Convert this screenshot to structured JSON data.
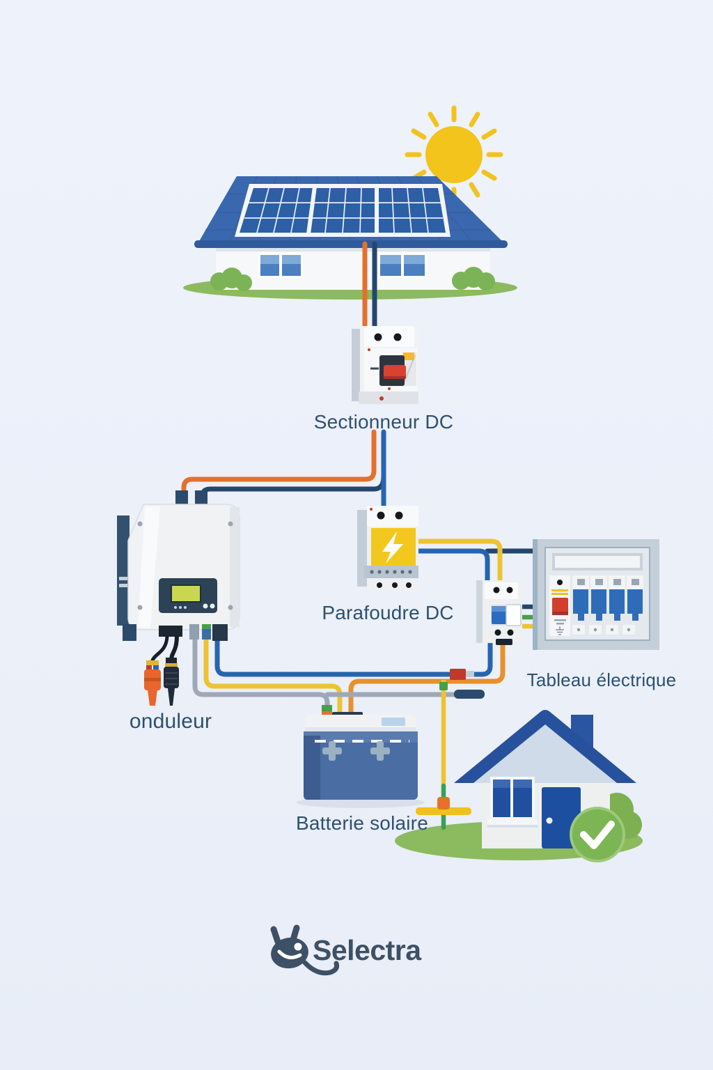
{
  "diagram": {
    "labels": {
      "sectionneur": "Sectionneur DC",
      "parafoudre": "Parafoudre DC",
      "onduleur": "onduleur",
      "tableau": "Tableau électrique",
      "batterie": "Batterie solaire"
    },
    "brand": {
      "name": "Selectra"
    },
    "icons": {
      "sun": "sun-icon",
      "lightning": "lightning-bolt-icon",
      "check": "check-icon",
      "ground": "ground-electrode-icon",
      "mascot": "plug-smiley-icon"
    },
    "colors": {
      "background": "#edf1f9",
      "label_text": "#2d5070",
      "brand_text": "#3e5065",
      "wire_orange": "#e4702d",
      "wire_navy": "#24466e",
      "wire_blue": "#2764b0",
      "wire_yellow": "#ecc431",
      "wire_gray": "#9fa9b6",
      "wire_green": "#45a04a",
      "roof_blue": "#3a68ae",
      "panel_blue": "#2d5fa4",
      "sun_yellow": "#f2c41c",
      "grass_green": "#8cba5e",
      "battery_blue": "#4a6da3",
      "check_green": "#7cb553",
      "device_body": "#eef0f2"
    }
  }
}
